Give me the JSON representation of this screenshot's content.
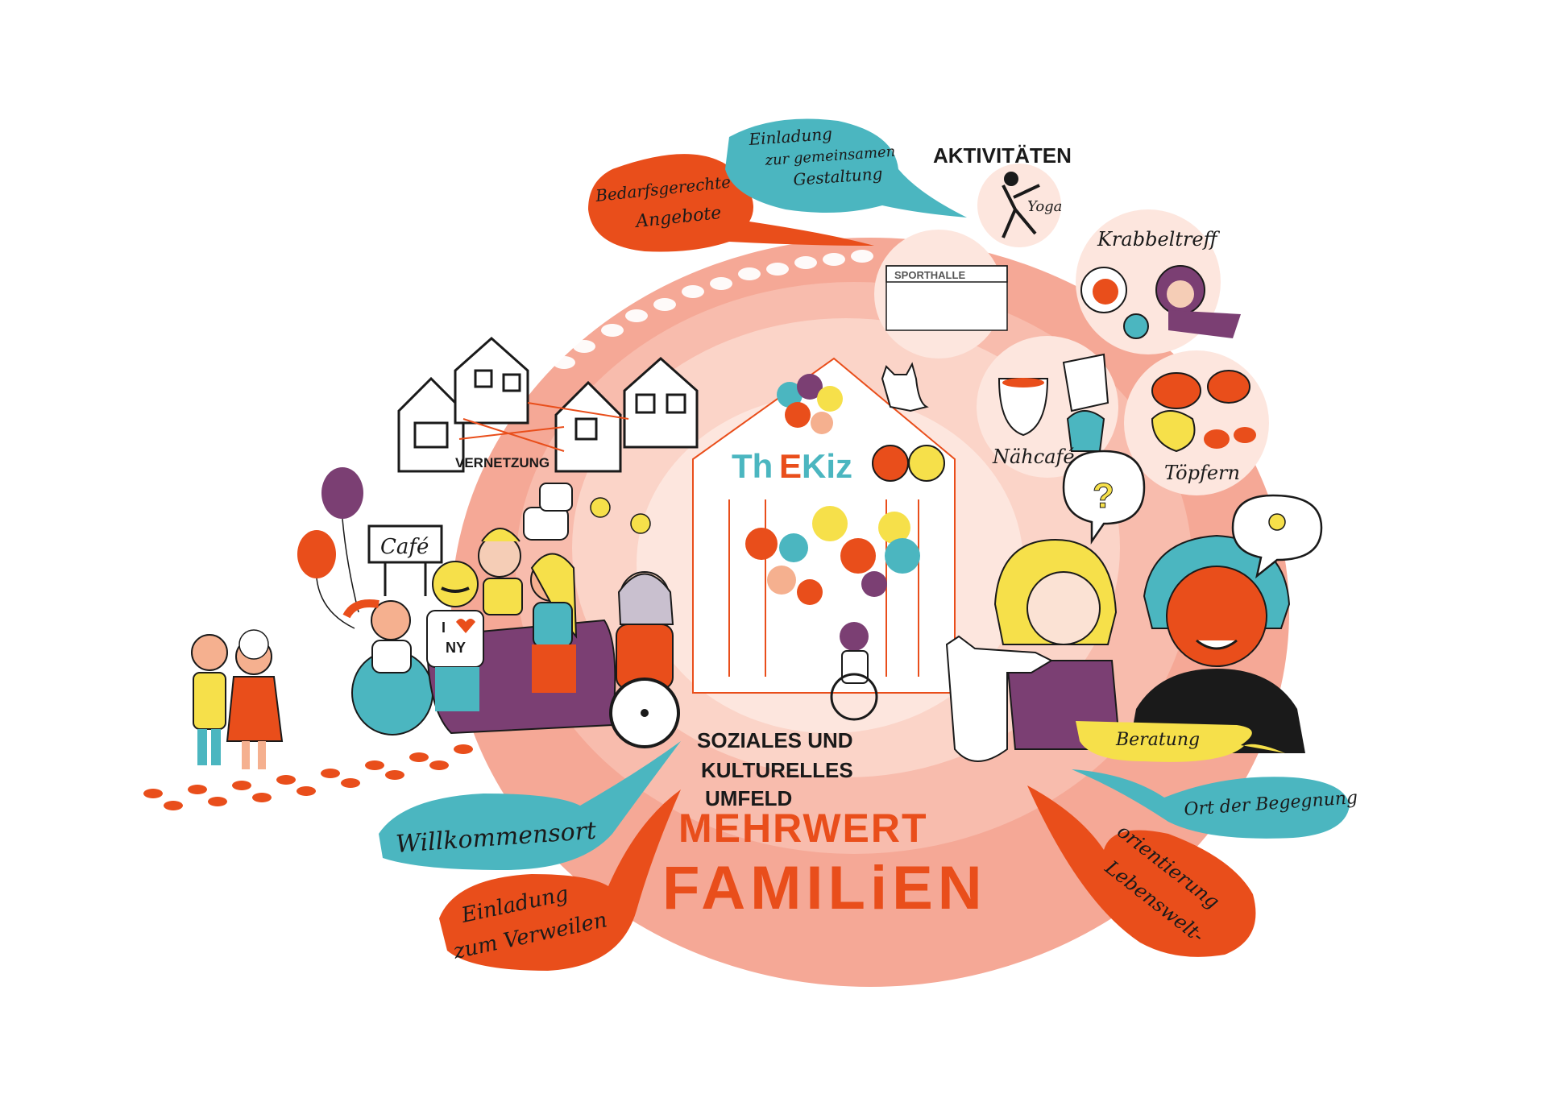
{
  "colors": {
    "background": "#ffffff",
    "ring_outer": "#f5a896",
    "ring_mid": "#f8bcad",
    "ring_inner": "#fbd4c8",
    "core": "#fde6de",
    "orange": "#e94e1b",
    "teal": "#4bb6c0",
    "yellow": "#f6e04a",
    "purple": "#7b3f73",
    "ink": "#1a1a1a"
  },
  "center": {
    "logo_th": "Th",
    "logo_e": "E",
    "logo_kiz": "Kiz",
    "umfeld_line1": "SOZIALES UND",
    "umfeld_line2": "KULTURELLES",
    "umfeld_line3": "UMFELD",
    "mehrwert": "MEHRWERT",
    "familien": "FAMILiEN"
  },
  "activities": {
    "heading": "AKTIVITÄTEN",
    "yoga": "Yoga",
    "sporthalle": "SPORTHALLE",
    "krabbeltreff": "Krabbeltreff",
    "naehcafe": "Nähcafé",
    "toepfern": "Töpfern"
  },
  "bubbles": {
    "bedarfsgerechte_1": "Bedarfsgerechte",
    "bedarfsgerechte_2": "Angebote",
    "einladung_gestaltung_1": "Einladung",
    "einladung_gestaltung_2": "zur gemeinsamen",
    "einladung_gestaltung_3": "Gestaltung",
    "willkommensort": "Willkommensort",
    "einladung_verweilen_1": "Einladung",
    "einladung_verweilen_2": "zum Verweilen",
    "beratung": "Beratung",
    "ort_begegnung": "Ort der Begegnung",
    "lebenswelt_1": "Lebenswelt-",
    "lebenswelt_2": "orientierung"
  },
  "labels": {
    "vernetzung": "VERNETZUNG",
    "cafe": "Café",
    "question": "?",
    "shirt_i": "I",
    "shirt_ny": "NY"
  }
}
